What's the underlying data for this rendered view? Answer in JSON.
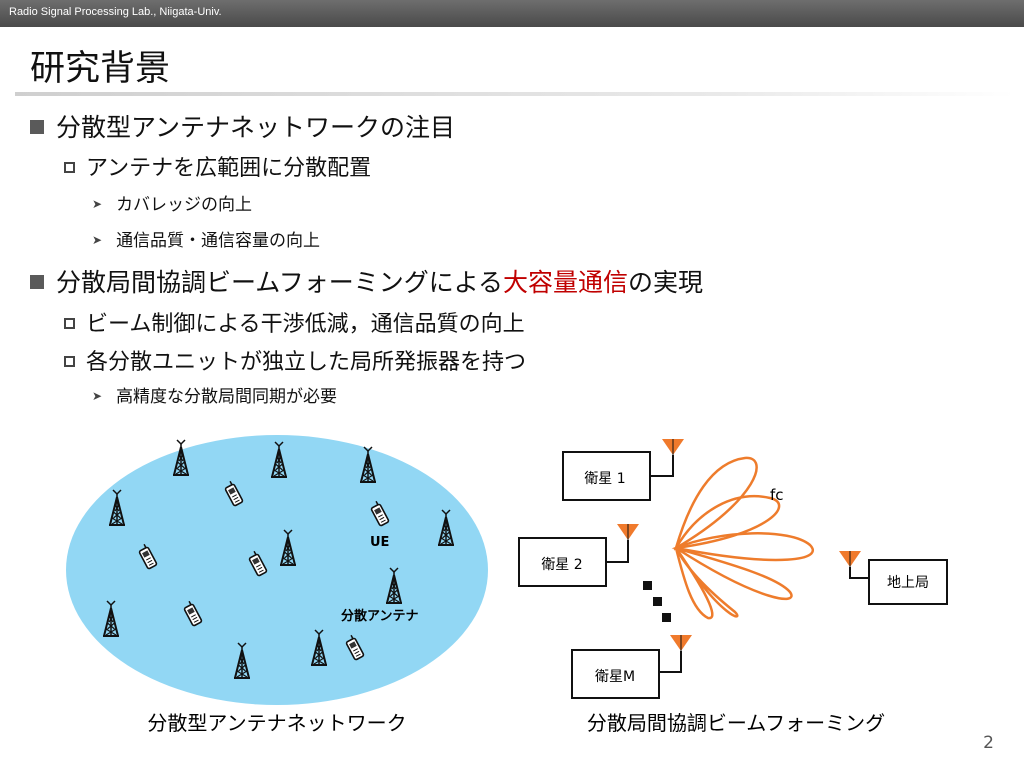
{
  "header": {
    "lab_name": "Radio Signal Processing Lab., Niigata-Univ."
  },
  "slide": {
    "title": "研究背景",
    "page_number": "2"
  },
  "bullets": [
    {
      "level": 1,
      "text": "分散型アンテナネットワークの注目"
    },
    {
      "level": 2,
      "text": "アンテナを広範囲に分散配置"
    },
    {
      "level": 3,
      "text": "カバレッジの向上"
    },
    {
      "level": 3,
      "text": "通信品質・通信容量の向上"
    },
    {
      "level": 1,
      "text_before": "分散局間協調ビームフォーミングによる",
      "text_highlight": "大容量通信",
      "text_after": "の実現"
    },
    {
      "level": 2,
      "text": "ビーム制御による干渉低減，通信品質の向上"
    },
    {
      "level": 2,
      "text": "各分散ユニットが独立した局所発振器を持つ"
    },
    {
      "level": 3,
      "text": "高精度な分散局間同期が必要"
    }
  ],
  "figure_left": {
    "ue_label": "UE",
    "antenna_label": "分散アンテナ",
    "caption": "分散型アンテナネットワーク",
    "fill_color": "#92d7f4"
  },
  "figure_right": {
    "sat1": "衛星 1",
    "sat2": "衛星 2",
    "satM": "衛星M",
    "ground": "地上局",
    "freq": "fc",
    "caption": "分散局間協調ビームフォーミング",
    "antenna_color": "#f07a2c",
    "beam_color": "#ee7c2c"
  },
  "colors": {
    "highlight": "#c00000"
  },
  "icons": [
    "tower-icon",
    "phone-icon",
    "antenna-icon",
    "beam-pattern"
  ]
}
